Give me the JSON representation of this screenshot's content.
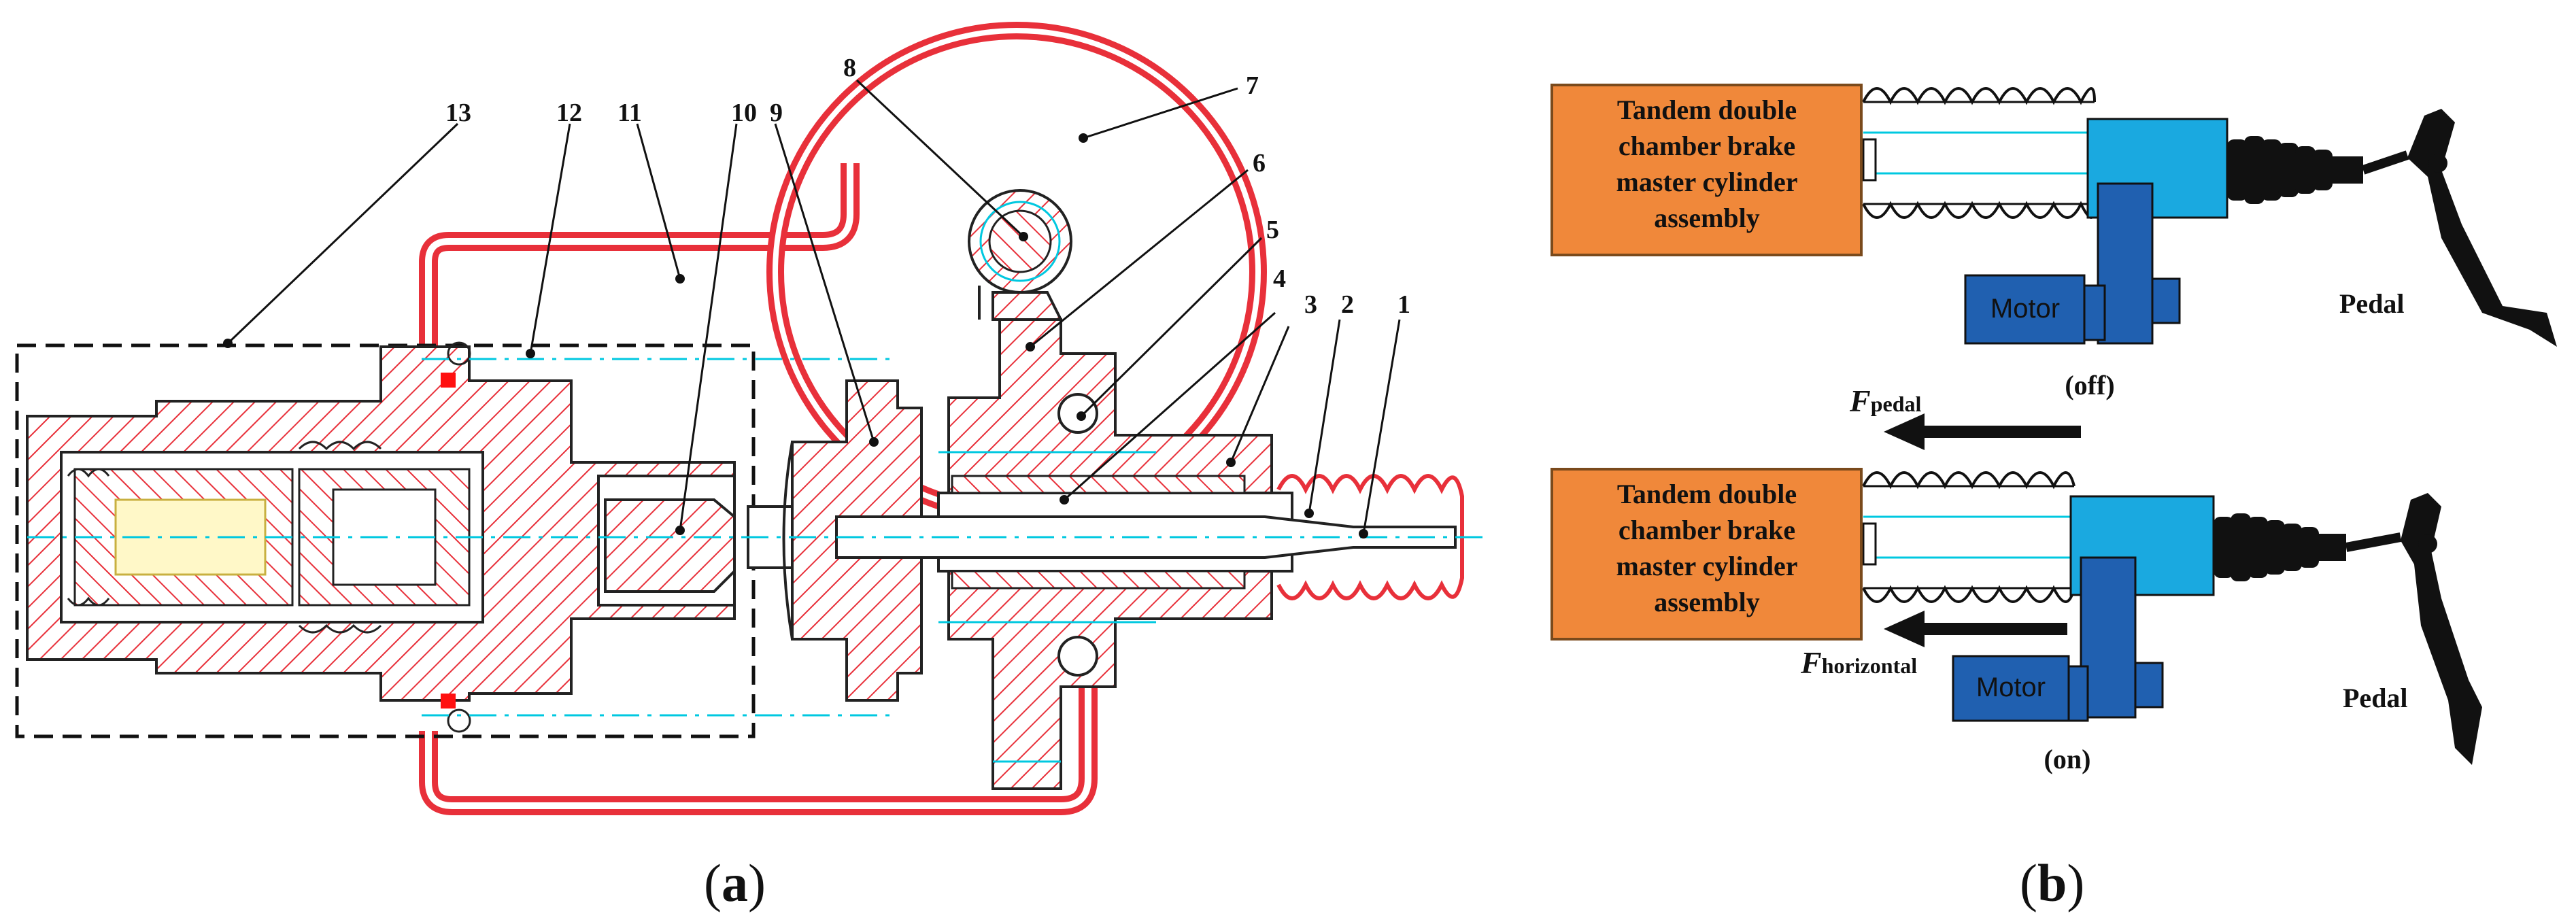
{
  "panel_a": {
    "caption_open": "(",
    "caption_letter": "a",
    "caption_close": ")",
    "part_numbers": [
      "1",
      "2",
      "3",
      "4",
      "5",
      "6",
      "7",
      "8",
      "9",
      "10",
      "11",
      "12",
      "13"
    ]
  },
  "panel_b": {
    "caption_open": "(",
    "caption_letter": "b",
    "caption_close": ")",
    "top": {
      "box_lines": [
        "Tandem double",
        "chamber brake",
        "master cylinder",
        "assembly"
      ],
      "motor_label": "Motor",
      "pedal_label": "Pedal",
      "state_label": "(off)"
    },
    "bottom": {
      "box_lines": [
        "Tandem double",
        "chamber brake",
        "master cylinder",
        "assembly"
      ],
      "motor_label": "Motor",
      "pedal_label": "Pedal",
      "state_label": "(on)",
      "force_pedal_main": "F",
      "force_pedal_sub": "pedal",
      "force_horizontal_main": "F",
      "force_horizontal_sub": "horizontal"
    }
  },
  "colors": {
    "hatch": "#e8303a",
    "centerline": "#00c8e0",
    "box_fill": "#f0883a",
    "box_stroke": "#7a4a1c",
    "piston_blue": "#1aa9e0",
    "motor_blue": "#2060b0",
    "dark": "#111111"
  }
}
